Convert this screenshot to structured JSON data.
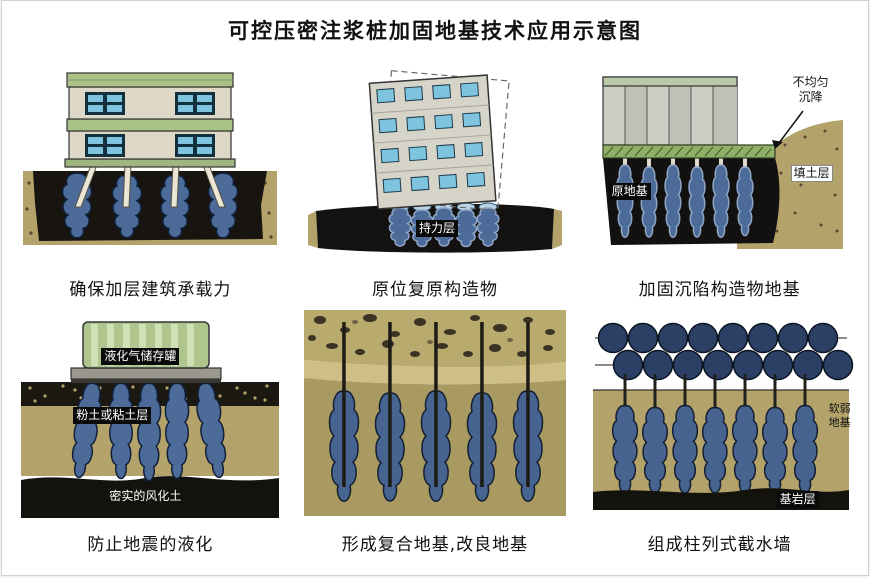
{
  "title": "可控压密注浆桩加固地基技术应用示意图",
  "panels": [
    {
      "id": "ensure-bearing",
      "caption": "确保加层建筑承载力",
      "labels": {}
    },
    {
      "id": "in-situ-restore",
      "caption": "原位复原构造物",
      "labels": {
        "bearing_layer": "持力层"
      }
    },
    {
      "id": "reinforce-settled",
      "caption": "加固沉陷构造物地基",
      "labels": {
        "uneven_settlement": "不均匀沉降",
        "original_foundation": "原地基",
        "fill_layer": "填土层"
      }
    },
    {
      "id": "prevent-liquefaction",
      "caption": "防止地震的液化",
      "labels": {
        "tank": "液化气储存罐",
        "silt_clay_layer": "粉土或粘土层",
        "dense_weathered_soil": "密实的风化土"
      }
    },
    {
      "id": "composite-foundation",
      "caption": "形成复合地基,改良地基",
      "labels": {}
    },
    {
      "id": "cutoff-wall",
      "caption": "组成柱列式截水墙",
      "labels": {
        "soft_ground": "软弱地基",
        "bedrock_layer": "基岩层"
      }
    }
  ],
  "colors": {
    "soil_tan": "#b3a269",
    "dark_soil": "#16130e",
    "pile_blue": "#4d6b99",
    "band_green": "#a9c387",
    "window_blue": "#7fc4de"
  }
}
